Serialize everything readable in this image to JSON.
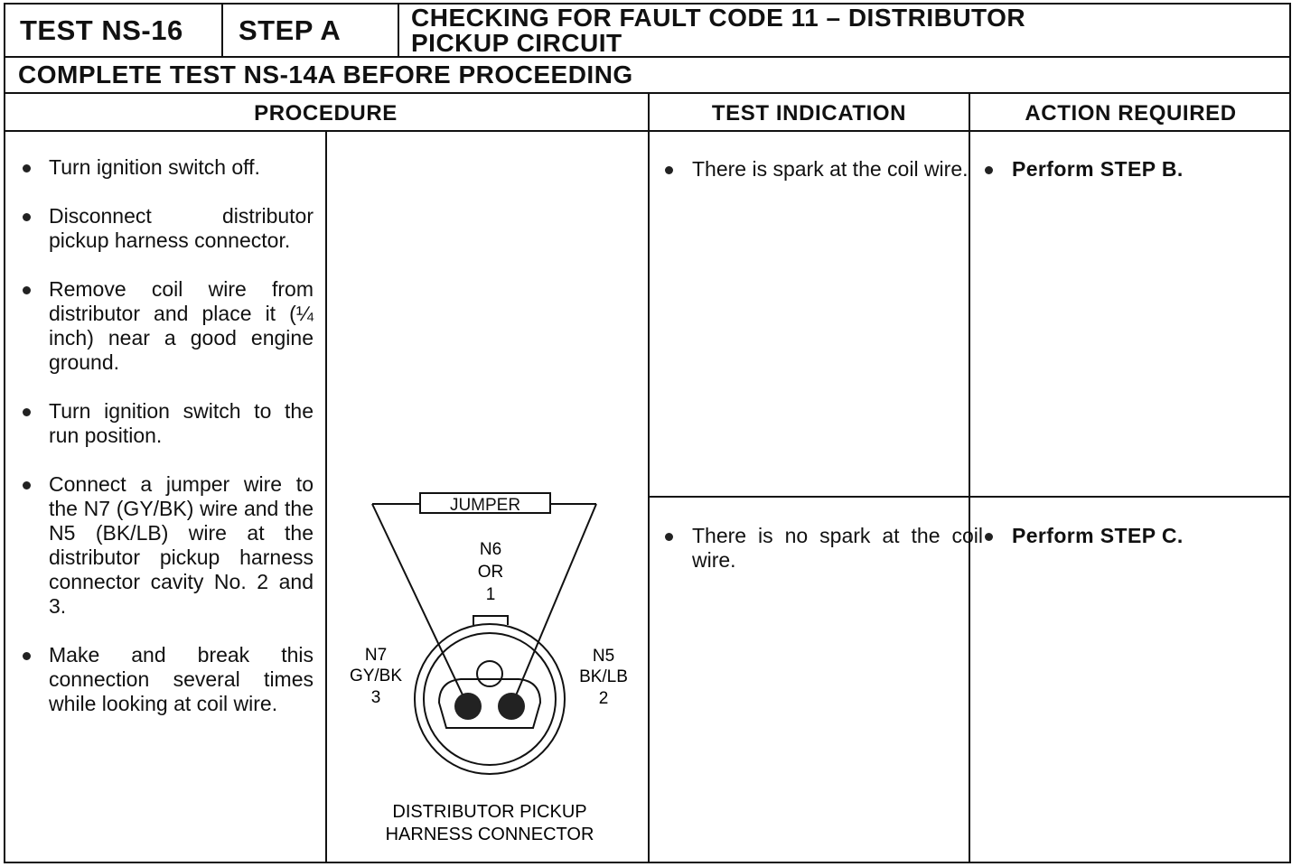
{
  "header": {
    "test_id": "TEST NS-16",
    "step": "STEP A",
    "title_line1": "CHECKING FOR FAULT CODE 11 – DISTRIBUTOR",
    "title_line2": "PICKUP CIRCUIT",
    "prerequisite": "COMPLETE TEST NS-14A BEFORE PROCEEDING"
  },
  "columns": {
    "procedure": "PROCEDURE",
    "test_indication": "TEST INDICATION",
    "action_required": "ACTION REQUIRED"
  },
  "procedure_steps": [
    "Turn ignition switch off.",
    "Disconnect distributor pickup harness connector.",
    "Remove coil wire from distributor and place it (¼ inch) near a good engine ground.",
    "Turn ignition switch to the run position.",
    "Connect a jumper wire to the N7 (GY/BK) wire and the N5 (BK/LB) wire at the distributor pickup harness connector cavity No. 2 and 3.",
    "Make and break this connection several times while looking at coil wire."
  ],
  "diagram": {
    "jumper_label": "JUMPER",
    "pin_top": {
      "name": "N6",
      "color": "OR",
      "number": "1"
    },
    "pin_left": {
      "name": "N7",
      "color": "GY/BK",
      "number": "3"
    },
    "pin_right": {
      "name": "N5",
      "color": "BK/LB",
      "number": "2"
    },
    "caption_line1": "DISTRIBUTOR PICKUP",
    "caption_line2": "HARNESS CONNECTOR"
  },
  "results": [
    {
      "indication": "There is spark at the coil wire.",
      "action": "Perform STEP B."
    },
    {
      "indication": "There is no spark at the coil wire.",
      "action": "Perform STEP C."
    }
  ]
}
